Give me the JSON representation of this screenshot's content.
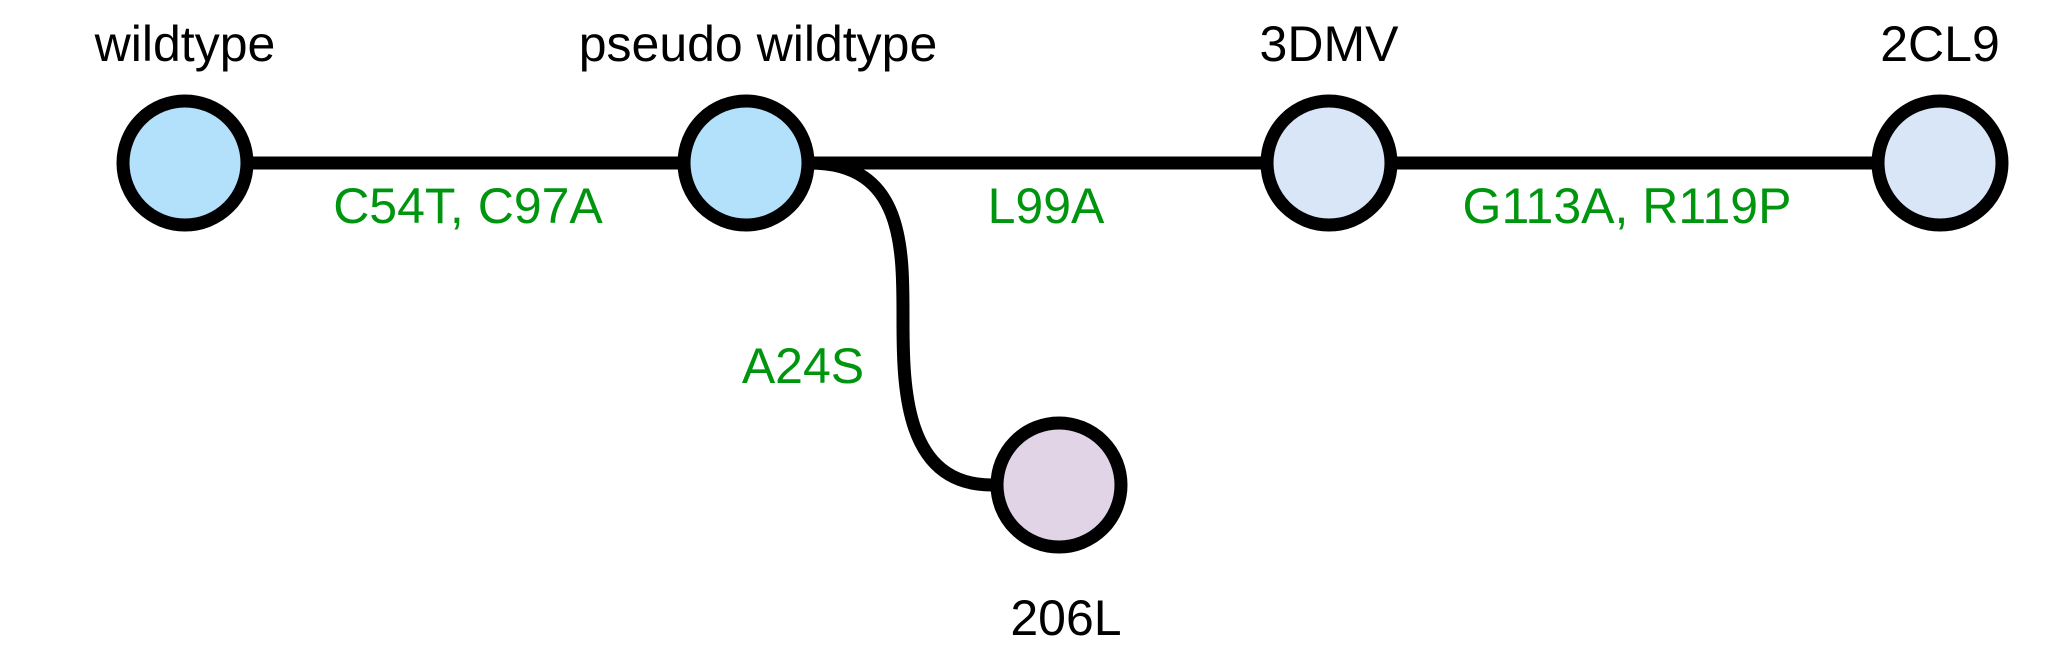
{
  "nodes": {
    "wildtype": {
      "label": "wildtype",
      "color": "#b3e1fb"
    },
    "pseudo_wildtype": {
      "label": "pseudo wildtype",
      "color": "#b3e1fb"
    },
    "n3dmv": {
      "label": "3DMV",
      "color": "#d8e6f8"
    },
    "n2cl9": {
      "label": "2CL9",
      "color": "#d8e6f8"
    },
    "n206l": {
      "label": "206L",
      "color": "#e0d4e6"
    }
  },
  "edges": {
    "wildtype_to_pseudo": {
      "mutations": "C54T, C97A"
    },
    "pseudo_to_3dmv": {
      "mutations": "L99A"
    },
    "n3dmv_to_2cl9": {
      "mutations": "G113A, R119P"
    },
    "pseudo_to_206l": {
      "mutations": "A24S"
    }
  },
  "colors": {
    "mutation_text": "#00950f",
    "outline": "#000000"
  }
}
